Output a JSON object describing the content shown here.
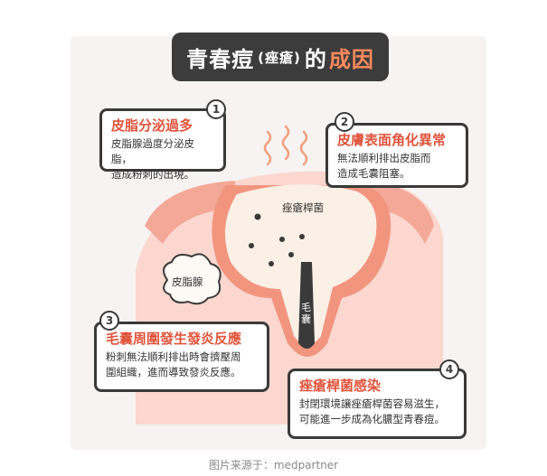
{
  "title": {
    "main": "青春痘",
    "sub": "(痤瘡)",
    "tail_plain": "的",
    "tail_accent": "成因"
  },
  "cards": [
    {
      "num": "1",
      "head": "皮脂分泌過多",
      "lines": [
        "皮脂腺過度分泌皮脂，",
        "造成粉刺的出現。"
      ]
    },
    {
      "num": "2",
      "head": "皮膚表面角化異常",
      "lines": [
        "無法順利排出皮脂而",
        "造成毛囊阻塞。"
      ]
    },
    {
      "num": "3",
      "head": "毛囊周圍發生發炎反應",
      "lines": [
        "粉刺無法順利排出時會擠壓周",
        "圍組織，進而導致發炎反應。"
      ]
    },
    {
      "num": "4",
      "head": "痤瘡桿菌感染",
      "lines": [
        "封閉環境讓痤瘡桿菌容易滋生，",
        "可能進一步成為化膿型青春痘。"
      ]
    }
  ],
  "labels": {
    "bacteria": "痤瘡桿菌",
    "gland": "皮脂腺",
    "follicle": "毛囊"
  },
  "caption": "图片来源于：medpartner",
  "colors": {
    "skin_light": "#fbd7cf",
    "skin_mid": "#f4a897",
    "accent": "#e0543c",
    "dark": "#3a3a3a"
  }
}
